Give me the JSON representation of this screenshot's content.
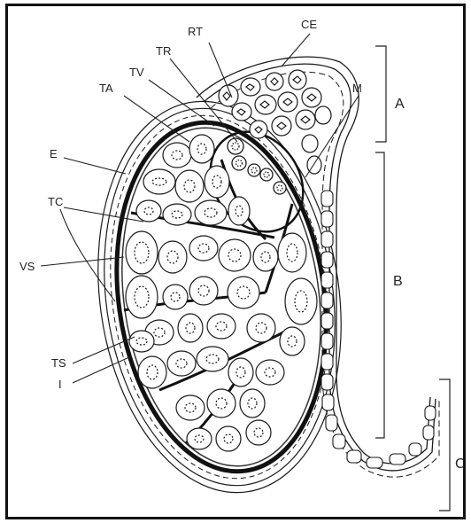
{
  "figure": {
    "labels": {
      "rt": "RT",
      "ce": "CE",
      "tr": "TR",
      "tv": "TV",
      "ta": "TA",
      "m": "M",
      "e": "E",
      "tc": "TC",
      "vs": "VS",
      "ts": "TS",
      "i": "I"
    },
    "regions": {
      "a": "A",
      "b": "B",
      "c": "C"
    }
  },
  "colors": {
    "ink": "#1a1a1a",
    "paper": "#ffffff"
  }
}
